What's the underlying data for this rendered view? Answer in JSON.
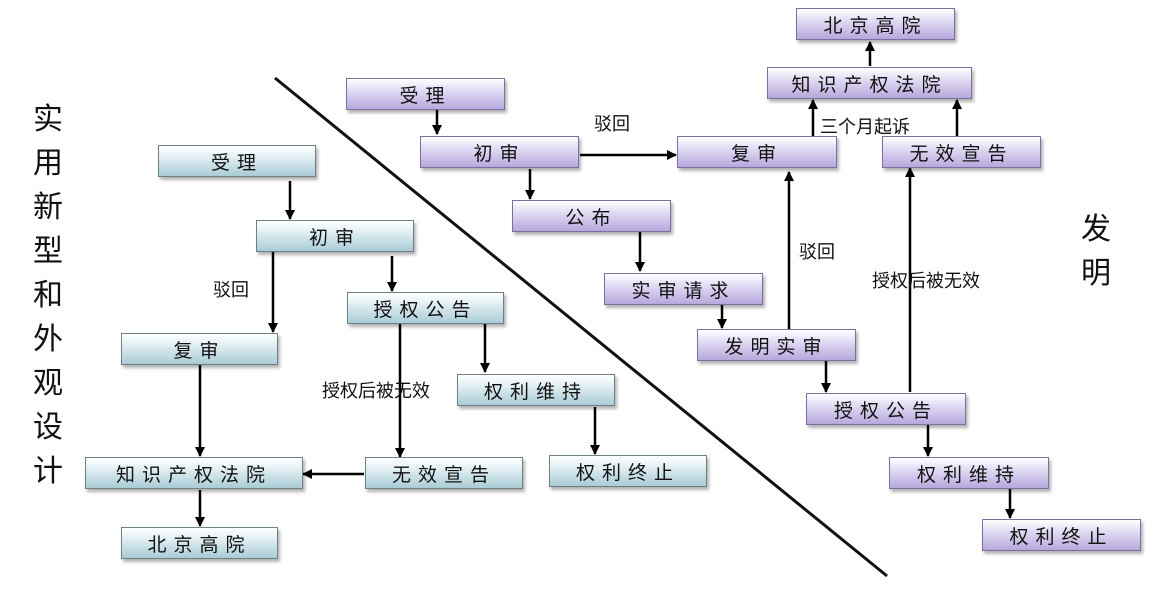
{
  "utility": {
    "title": "实用新型和外观设计",
    "boxes": {
      "accept": "受理",
      "prelim": "初审",
      "grant": "授权公告",
      "reexam": "复审",
      "maintain": "权利维持",
      "ip_court": "知识产权法院",
      "invalid": "无效宣告",
      "terminate": "权利终止",
      "high_court": "北京高院"
    },
    "labels": {
      "reject": "驳回",
      "invalid_after": "授权后被无效"
    }
  },
  "invention": {
    "title": "发明",
    "boxes": {
      "accept": "受理",
      "prelim": "初审",
      "publish": "公布",
      "exam_request": "实审请求",
      "substantive": "发明实审",
      "grant": "授权公告",
      "maintain": "权利维持",
      "terminate": "权利终止",
      "reexam": "复审",
      "invalid": "无效宣告",
      "ip_court": "知识产权法院",
      "high_court": "北京高院"
    },
    "labels": {
      "reject_top": "驳回",
      "reject_mid": "驳回",
      "invalid_after": "授权后被无效",
      "three_months": "三个月起诉"
    }
  }
}
